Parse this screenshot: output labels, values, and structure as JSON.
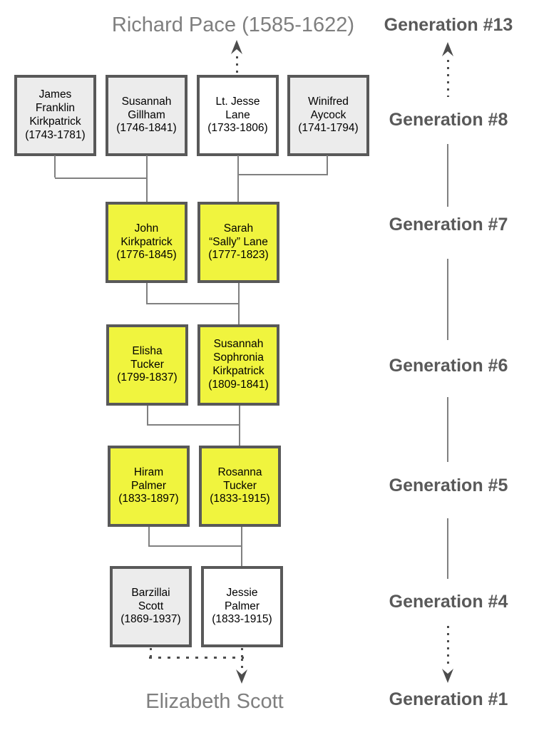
{
  "colors": {
    "highlight": "#f0f43e",
    "muted": "#ececec",
    "plain": "#ffffff",
    "box_border": "#595959",
    "line": "#808080",
    "dotted": "#4d4d4d",
    "label_text": "#595959",
    "title_text": "#7f7f7f",
    "box_text": "#000000"
  },
  "endpoints": {
    "top_person": "Richard Pace (1585-1622)",
    "top_label": "Generation #13",
    "bottom_person": "Elizabeth Scott",
    "bottom_label": "Generation #1"
  },
  "rows": [
    {
      "generation_label": "Generation #8",
      "boxes": [
        {
          "name": "James\nFranklin\nKirkpatrick\n(1743-1781)",
          "fill": "muted"
        },
        {
          "name": "Susannah\nGillham\n(1746-1841)",
          "fill": "muted"
        },
        {
          "name": "Lt. Jesse\nLane\n(1733-1806)",
          "fill": "plain"
        },
        {
          "name": "Winifred\nAycock\n(1741-1794)",
          "fill": "muted"
        }
      ]
    },
    {
      "generation_label": "Generation #7",
      "boxes": [
        {
          "name": "John\nKirkpatrick\n(1776-1845)",
          "fill": "highlight"
        },
        {
          "name": "Sarah\n“Sally” Lane\n(1777-1823)",
          "fill": "highlight"
        }
      ]
    },
    {
      "generation_label": "Generation #6",
      "boxes": [
        {
          "name": "Elisha\nTucker\n(1799-1837)",
          "fill": "highlight"
        },
        {
          "name": "Susannah\nSophronia\nKirkpatrick\n(1809-1841)",
          "fill": "highlight"
        }
      ]
    },
    {
      "generation_label": "Generation #5",
      "boxes": [
        {
          "name": "Hiram\nPalmer\n(1833-1897)",
          "fill": "highlight"
        },
        {
          "name": "Rosanna\nTucker\n(1833-1915)",
          "fill": "highlight"
        }
      ]
    },
    {
      "generation_label": "Generation #4",
      "boxes": [
        {
          "name": "Barzillai\nScott\n(1869-1937)",
          "fill": "muted"
        },
        {
          "name": "Jessie\nPalmer\n(1833-1915)",
          "fill": "plain"
        }
      ]
    }
  ]
}
